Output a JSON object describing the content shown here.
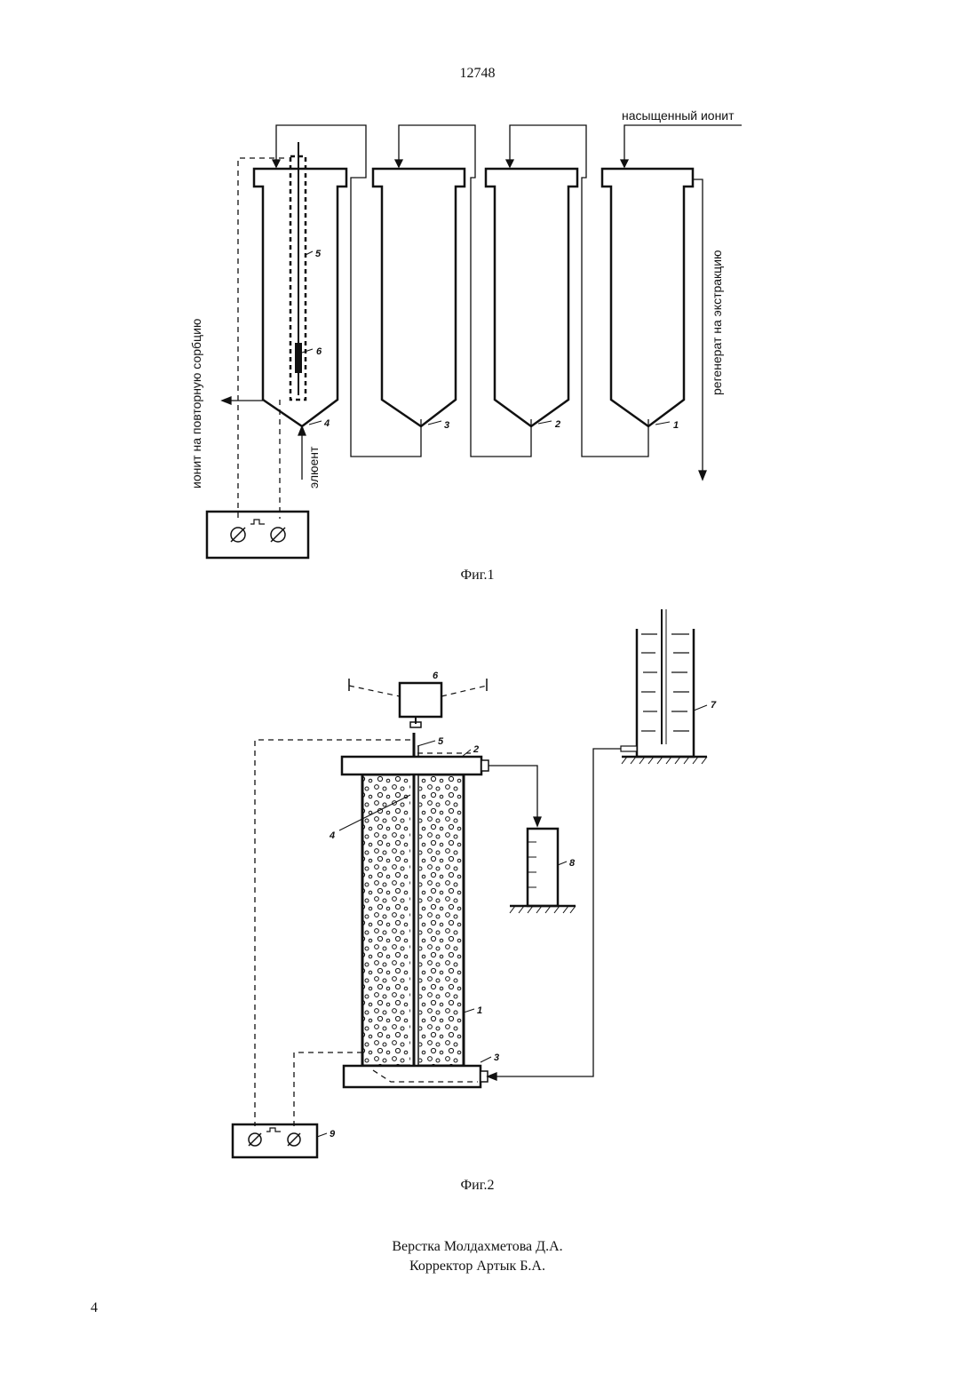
{
  "header": {
    "doc_number": "12748"
  },
  "figure1": {
    "caption": "Фиг.1",
    "label_saturated_ionite": "насыщенный ионит",
    "label_regenerate": "регенерат на экстракцию",
    "label_resorption": "ионит на повторную сорбцию",
    "label_eluent": "элюент",
    "column_numbers": [
      "4",
      "3",
      "2",
      "1"
    ],
    "part_numbers": [
      "5",
      "6"
    ]
  },
  "figure2": {
    "caption": "Фиг.2",
    "part_numbers": [
      "1",
      "2",
      "3",
      "4",
      "5",
      "6",
      "7",
      "8",
      "9"
    ]
  },
  "footer": {
    "layout_credit": "Верстка Молдахметова Д.А.",
    "corrector_credit": "Корректор Артык Б.А.",
    "page_number": "4"
  }
}
